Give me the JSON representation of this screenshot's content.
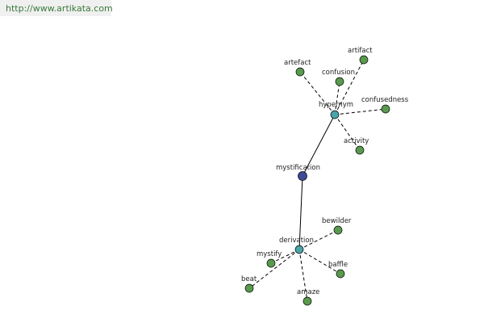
{
  "header": {
    "url_text": "http://www.artikata.com"
  },
  "colors": {
    "leaf_node": "#5a9a4e",
    "relation_node": "#4aa3a8",
    "center_node": "#3d4a96"
  },
  "graph": {
    "center": {
      "id": "mystification",
      "label": "mystification",
      "kind": "center"
    },
    "relations": [
      {
        "id": "hypernym",
        "label": "hypernym",
        "kind": "relation"
      },
      {
        "id": "derivation",
        "label": "derivation",
        "kind": "relation"
      }
    ],
    "leaves": [
      {
        "id": "artefact",
        "label": "artefact",
        "parent": "hypernym"
      },
      {
        "id": "artifact",
        "label": "artifact",
        "parent": "hypernym"
      },
      {
        "id": "confusion",
        "label": "confusion",
        "parent": "hypernym"
      },
      {
        "id": "confusedness",
        "label": "confusedness",
        "parent": "hypernym"
      },
      {
        "id": "activity",
        "label": "activity",
        "parent": "hypernym"
      },
      {
        "id": "bewilder",
        "label": "bewilder",
        "parent": "derivation"
      },
      {
        "id": "mystify",
        "label": "mystify",
        "parent": "derivation"
      },
      {
        "id": "baffle",
        "label": "baffle",
        "parent": "derivation"
      },
      {
        "id": "beat",
        "label": "beat",
        "parent": "derivation"
      },
      {
        "id": "amaze",
        "label": "amaze",
        "parent": "derivation"
      }
    ]
  }
}
